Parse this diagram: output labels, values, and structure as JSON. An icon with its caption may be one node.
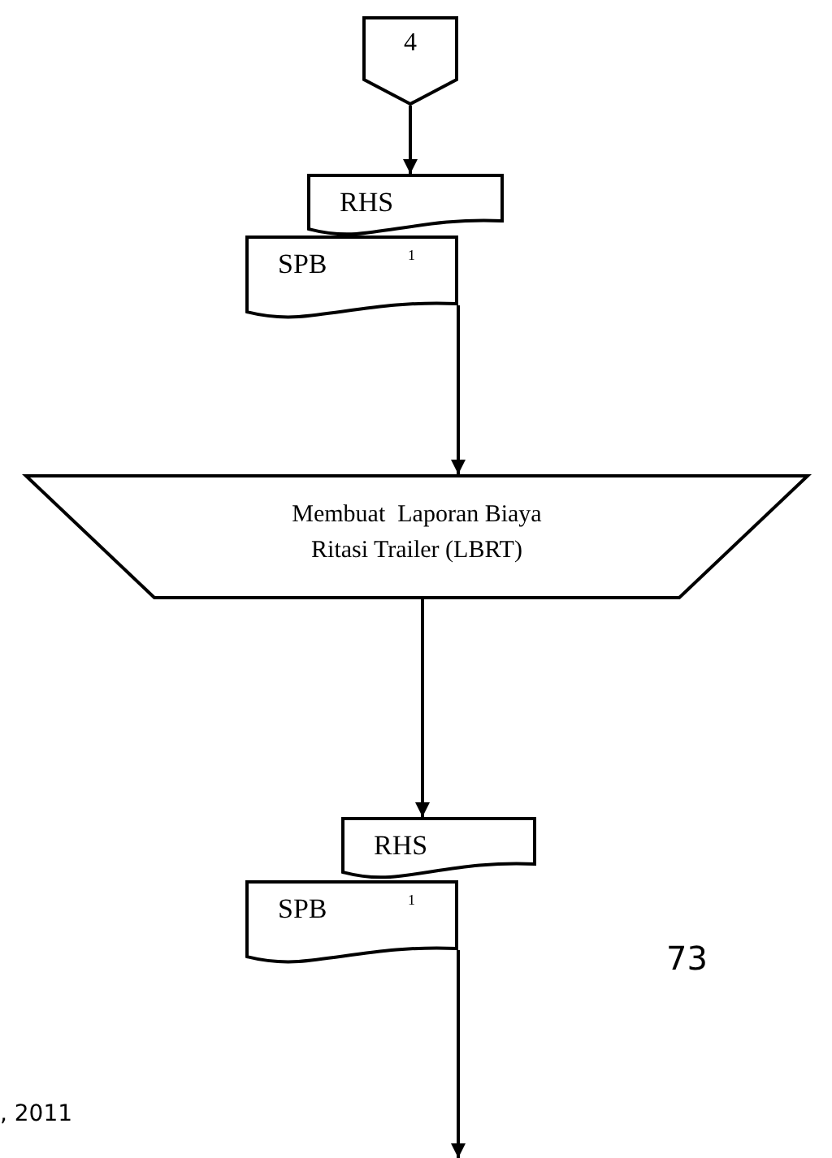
{
  "diagram": {
    "nodes": [
      {
        "text": [
          "4"
        ]
      },
      {
        "text": [
          "RHS"
        ]
      },
      {
        "text": [
          "SPB",
          "1"
        ]
      },
      {
        "text": [
          "Membuat  Laporan Biaya Ritasi Trailer (LBRT)"
        ]
      },
      {
        "text": [
          "RHS"
        ]
      },
      {
        "text": [
          "SPB",
          "1"
        ]
      }
    ],
    "edges": [
      {
        "from": 0,
        "to": 1,
        "arrow": "to"
      },
      {
        "from": 2,
        "to": 3,
        "arrow": "to"
      },
      {
        "from": 3,
        "to": 4,
        "arrow": "to"
      },
      {
        "from": 5,
        "to": null,
        "arrow": "to"
      }
    ],
    "labels": [
      "73",
      ", 2011"
    ]
  }
}
